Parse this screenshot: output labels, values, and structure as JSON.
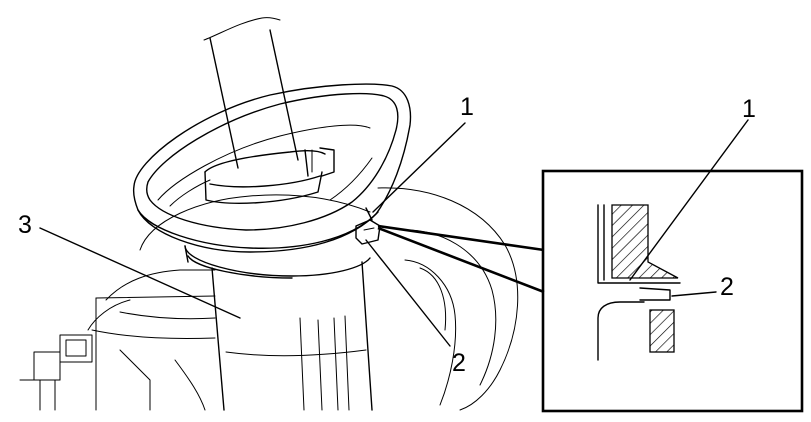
{
  "callouts": {
    "main_1": "1",
    "main_2": "2",
    "main_3": "3",
    "detail_1": "1",
    "detail_2": "2"
  }
}
